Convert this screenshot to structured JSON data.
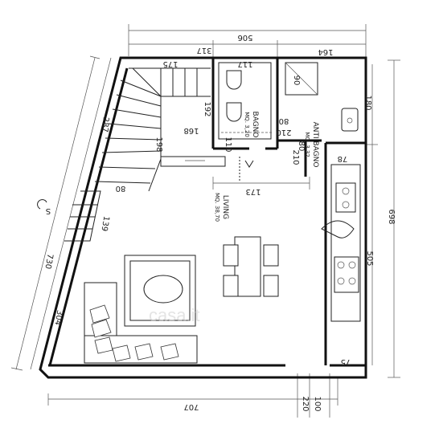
{
  "dimensions": {
    "top_total": "506",
    "top_left": "317",
    "top_bath": "117",
    "top_right": "164",
    "stair_top": "175",
    "left_diag": "287",
    "left_total": "730",
    "left_bottom": "304",
    "stair_80": "80",
    "stair_139": "139",
    "bath_192": "192",
    "bath_168": "168",
    "bath_198": "198",
    "bath_110": "110",
    "door_80a": "80",
    "door_210a": "210",
    "door_210b": "210",
    "ante_90": "90",
    "ante_180": "180",
    "ante_78": "78",
    "ante_80": "80",
    "living_173": "173",
    "right_698": "698",
    "right_505": "505",
    "bottom_75": "75",
    "bottom_707": "707",
    "bottom_220": "220",
    "bottom_100": "100"
  },
  "rooms": {
    "bagno_name": "BAGNO",
    "bagno_area": "MQ. 3,20",
    "anti_name": "ANTI BAGNO",
    "anti_area": "MQ. 3,32",
    "living_name": "LIVING",
    "living_area": "MQ. 38,70"
  },
  "labels": {
    "stair_up": "S",
    "watermark": "casa.it"
  }
}
